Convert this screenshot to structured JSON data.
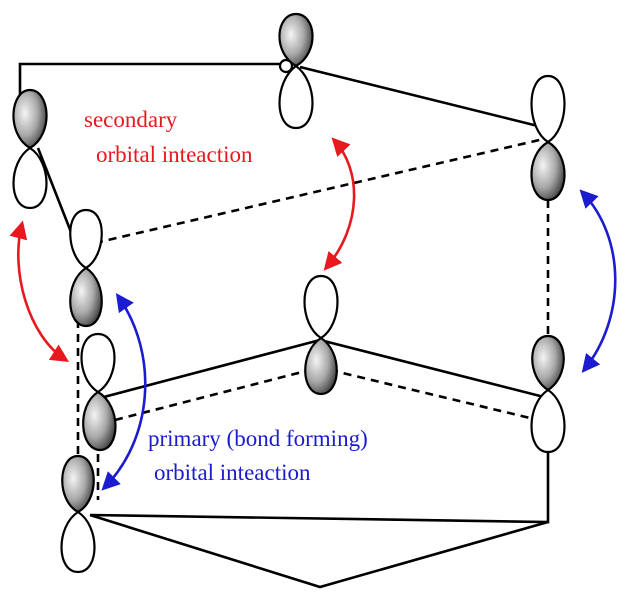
{
  "labels": {
    "secondary_line1": "secondary",
    "secondary_line2": "orbital inteaction",
    "primary_line1": "primary (bond forming)",
    "primary_line2": "orbital inteaction"
  },
  "colors": {
    "secondary": "#e8191e",
    "primary": "#1b1bcf",
    "bonds": "#000000",
    "lobe_shaded": "#8a8a8a",
    "lobe_white": "#ffffff"
  },
  "icons": {
    "p_orbital": "p-orbital-icon",
    "arrow": "double-headed-arrow-icon"
  }
}
